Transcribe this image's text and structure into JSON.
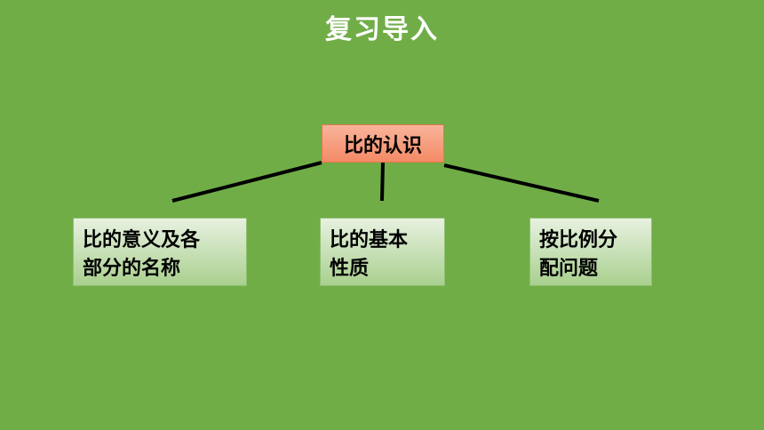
{
  "slide": {
    "title": "复习导入"
  },
  "diagram": {
    "root": "比的认识",
    "children": [
      "比的意义及各\n部分的名称",
      "比的基本\n性质",
      "按比例分\n配问题"
    ]
  },
  "colors": {
    "background": "#70ad47",
    "root_fill": "#f48a66",
    "child_fill": "#a9d08e",
    "line": "#000000"
  }
}
